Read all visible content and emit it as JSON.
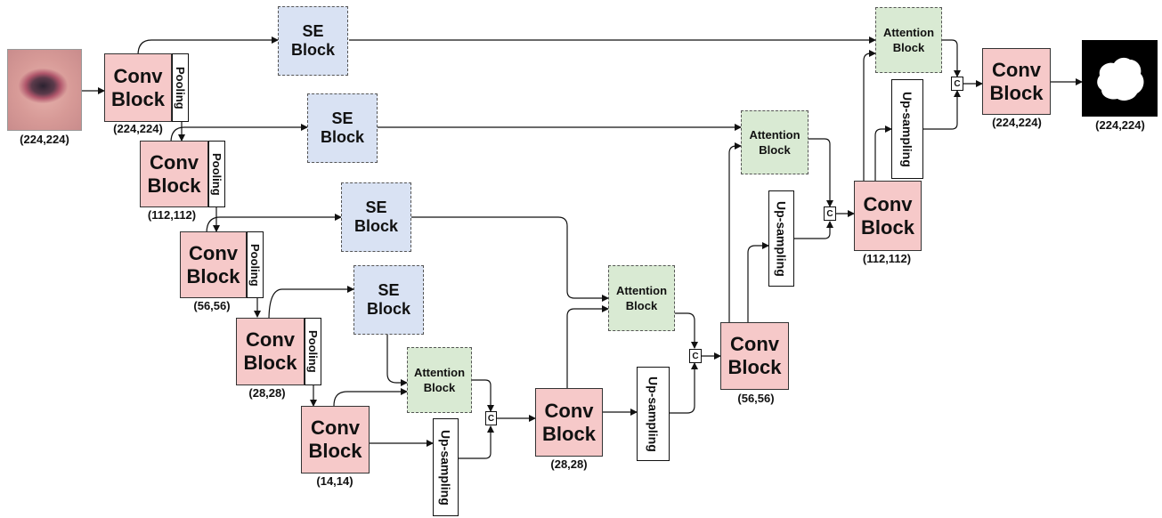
{
  "input_image": {
    "dim": "(224,224)"
  },
  "output_mask": {
    "dim": "(224,224)"
  },
  "encoder": [
    {
      "line1": "Conv",
      "line2": "Block",
      "pool": "Pooling",
      "dim": "(224,224)"
    },
    {
      "line1": "Conv",
      "line2": "Block",
      "pool": "Pooling",
      "dim": "(112,112)"
    },
    {
      "line1": "Conv",
      "line2": "Block",
      "pool": "Pooling",
      "dim": "(56,56)"
    },
    {
      "line1": "Conv",
      "line2": "Block",
      "pool": "Pooling",
      "dim": "(28,28)"
    },
    {
      "line1": "Conv",
      "line2": "Block",
      "dim": "(14,14)"
    }
  ],
  "se_blocks": [
    {
      "line1": "SE",
      "line2": "Block"
    },
    {
      "line1": "SE",
      "line2": "Block"
    },
    {
      "line1": "SE",
      "line2": "Block"
    },
    {
      "line1": "SE",
      "line2": "Block"
    }
  ],
  "attention_blocks": [
    {
      "line1": "Attention",
      "line2": "Block"
    },
    {
      "line1": "Attention",
      "line2": "Block"
    },
    {
      "line1": "Attention",
      "line2": "Block"
    },
    {
      "line1": "Attention",
      "line2": "Block"
    }
  ],
  "upsampling": [
    "Up-sampling",
    "Up-sampling",
    "Up-sampling",
    "Up-sampling"
  ],
  "concat": [
    "C",
    "C",
    "C",
    "C"
  ],
  "decoder": [
    {
      "line1": "Conv",
      "line2": "Block",
      "dim": "(28,28)"
    },
    {
      "line1": "Conv",
      "line2": "Block",
      "dim": "(56,56)"
    },
    {
      "line1": "Conv",
      "line2": "Block",
      "dim": "(112,112)"
    },
    {
      "line1": "Conv",
      "line2": "Block",
      "dim": "(224,224)"
    }
  ]
}
